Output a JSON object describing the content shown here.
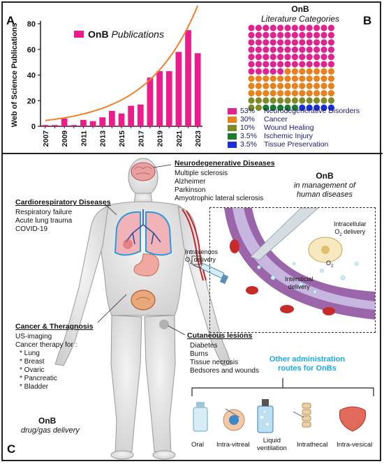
{
  "panel_a": {
    "letter": "A",
    "chart_data": {
      "type": "bar",
      "title": "",
      "legend_label_bold": "OnB",
      "legend_label_italic": "Publications",
      "ylabel": "Web of Science Publications",
      "xlabel": "",
      "ylim": [
        0,
        80
      ],
      "yticks": [
        0,
        20,
        40,
        60,
        80
      ],
      "x": [
        2007,
        2008,
        2009,
        2010,
        2011,
        2012,
        2013,
        2014,
        2015,
        2016,
        2017,
        2018,
        2019,
        2020,
        2021,
        2022,
        2023
      ],
      "xtick_labels": [
        "2007",
        "2009",
        "2011",
        "2013",
        "2015",
        "2017",
        "2019",
        "2021",
        "2023"
      ],
      "values": [
        1,
        1,
        6,
        1,
        5,
        4,
        7,
        12,
        10,
        16,
        17,
        38,
        43,
        43,
        58,
        75,
        57
      ],
      "bar_color": "#ec1c8c",
      "trend_color": "#f07f2a",
      "grid": false
    }
  },
  "panel_b": {
    "letter": "B",
    "title": "OnB",
    "subtitle": "Literature Categories",
    "chart_data": {
      "type": "waffle",
      "grid_rows": 12,
      "grid_cols": 12,
      "categories": [
        {
          "percent": "53%",
          "label": "Neurodegenerative Disorders",
          "color": "#e0238f",
          "fraction": 0.53
        },
        {
          "percent": "30%",
          "label": "Cancer",
          "color": "#e8821e",
          "fraction": 0.3
        },
        {
          "percent": "10%",
          "label": "Wound Healing",
          "color": "#7e8a2a",
          "fraction": 0.1
        },
        {
          "percent": "3.5%",
          "label": "Ischemic Injury",
          "color": "#1c7a2e",
          "fraction": 0.035
        },
        {
          "percent": "3.5%",
          "label": "Tissue Preservation",
          "color": "#1b2fd6",
          "fraction": 0.035
        }
      ]
    }
  },
  "panel_c": {
    "letter": "C",
    "onb_title": "OnB",
    "onb_subtitle_1": "in management of",
    "onb_subtitle_2": "human diseases",
    "neuro": {
      "title": "Neurodegenerative Diseases",
      "items": [
        "Multiple sclerosis",
        "Alzheimer",
        "Parkinson",
        "Amyotrophic lateral sclerosis"
      ]
    },
    "cardio": {
      "title": "Cardiorespiratory Diseases",
      "items": [
        "Respiratory failure",
        "Acute lung trauma",
        "COVID-19"
      ]
    },
    "cancer": {
      "title": "Cancer & Theragnosis",
      "items": [
        "US-imaging",
        "Cancer therapy for :",
        "* Lung",
        "* Breast",
        "* Ovaric",
        "* Pancreatic",
        "* Bladder"
      ]
    },
    "cutaneous": {
      "title": "Cutaneous lesions",
      "items": [
        "Diabetes",
        "Burns",
        "Tissue necrosis",
        "Bedsores and wounds"
      ]
    },
    "intravenous_1": "Intravenuos",
    "intravenous_2": "O",
    "intravenous_2b": "2",
    "intravenous_2c": " delivery",
    "intracellular_1": "Intracellular",
    "intracellular_2": "O",
    "intracellular_2b": "2",
    "intracellular_2c": " delivery",
    "intersticial_1": "Intersticial",
    "intersticial_2": "delivery",
    "o2_main": "O",
    "o2_sub": "2",
    "other_routes_1": "Other administration",
    "other_routes_2": "routes for OnBs",
    "routes": [
      "Oral",
      "Intra-vitreal",
      "Liquid",
      "ventilation",
      "Intrathecal",
      "Intra-vesical"
    ],
    "bottom_onb": "OnB",
    "bottom_sub": "drug/gas delivery",
    "colors": {
      "accent_cyan": "#19a9e0",
      "vessel_purple": "#8a4a9a",
      "blood_red": "#d12a2a"
    }
  }
}
